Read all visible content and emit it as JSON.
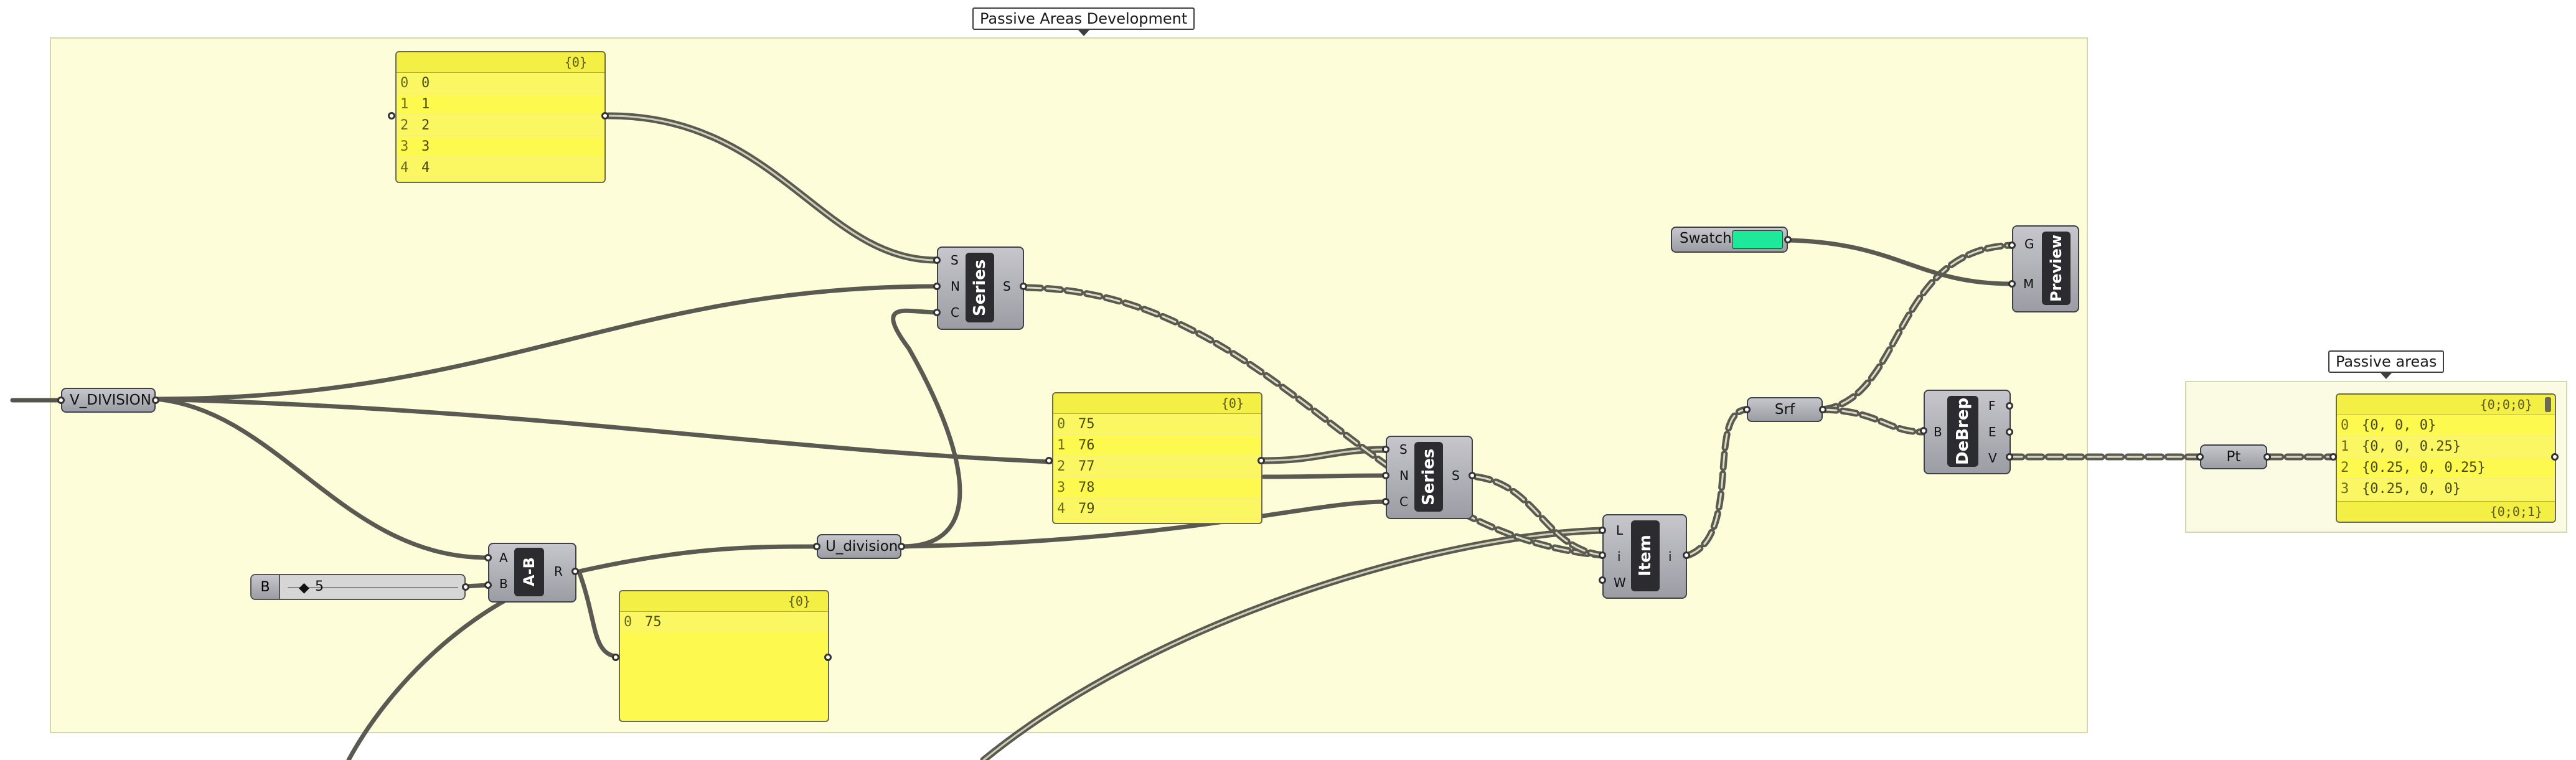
{
  "groups": {
    "passive_dev": {
      "title": "Passive Areas Development"
    },
    "passive_areas": {
      "title": "Passive areas"
    }
  },
  "panels": {
    "top": {
      "header": "{0}",
      "rows": [
        [
          "0",
          "0"
        ],
        [
          "1",
          "1"
        ],
        [
          "2",
          "2"
        ],
        [
          "3",
          "3"
        ],
        [
          "4",
          "4"
        ]
      ]
    },
    "mid": {
      "header": "{0}",
      "rows": [
        [
          "0",
          "75"
        ],
        [
          "1",
          "76"
        ],
        [
          "2",
          "77"
        ],
        [
          "3",
          "78"
        ],
        [
          "4",
          "79"
        ]
      ]
    },
    "bottom": {
      "header": "{0}",
      "rows": [
        [
          "0",
          "75"
        ]
      ]
    },
    "output": {
      "header": "{0;0;0}",
      "footer": "{0;0;1}",
      "rows": [
        [
          "0",
          "{0, 0, 0}"
        ],
        [
          "1",
          "{0, 0, 0.25}"
        ],
        [
          "2",
          "{0.25, 0, 0.25}"
        ],
        [
          "3",
          "{0.25, 0, 0}"
        ]
      ]
    }
  },
  "params": {
    "v_division": "V_DIVISION",
    "u_division": "U_division",
    "srf": "Srf",
    "pt": "Pt"
  },
  "slider": {
    "label": "B",
    "knob": "◆",
    "value": "5"
  },
  "swatch": {
    "label": "Swatch",
    "color": "#1ee89a"
  },
  "components": {
    "series1": {
      "title": "Series",
      "inputs": [
        "S",
        "N",
        "C"
      ],
      "output": "S"
    },
    "series2": {
      "title": "Series",
      "inputs": [
        "S",
        "N",
        "C"
      ],
      "output": "S"
    },
    "subtract": {
      "title": "A-B",
      "inputs": [
        "A",
        "B"
      ],
      "output": "R"
    },
    "item": {
      "title": "Item",
      "inputs": [
        "L",
        "i",
        "W"
      ],
      "output": "i"
    },
    "debrep": {
      "title": "DeBrep",
      "inputs": [
        "B"
      ],
      "outputs": [
        "F",
        "E",
        "V"
      ]
    },
    "preview": {
      "title": "Preview",
      "inputs": [
        "G",
        "M"
      ]
    }
  },
  "colors": {
    "canvas": "#ffffff",
    "group_fill": "#fdfdd9",
    "panel_fill": "#fdf94e",
    "wire": "#5a5a52",
    "component": "#b4b4bb"
  }
}
